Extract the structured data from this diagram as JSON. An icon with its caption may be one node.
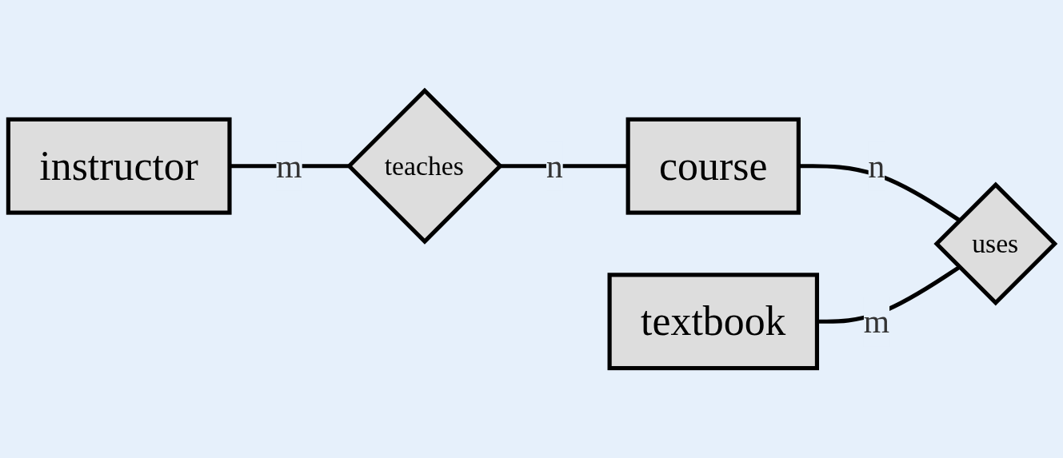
{
  "diagram": {
    "nodes": [
      {
        "text": [
          "instructor"
        ]
      },
      {
        "text": [
          "teaches"
        ]
      },
      {
        "text": [
          "course"
        ]
      },
      {
        "text": [
          "textbook"
        ]
      },
      {
        "text": [
          "uses"
        ]
      }
    ],
    "edges": [
      {
        "from": 0,
        "to": 1,
        "arrow": "none",
        "label": "m"
      },
      {
        "from": 1,
        "to": 2,
        "arrow": "none",
        "label": "n"
      },
      {
        "from": 2,
        "to": 4,
        "arrow": "none",
        "label": "n"
      },
      {
        "from": 3,
        "to": 4,
        "arrow": "none",
        "label": "m"
      }
    ]
  }
}
